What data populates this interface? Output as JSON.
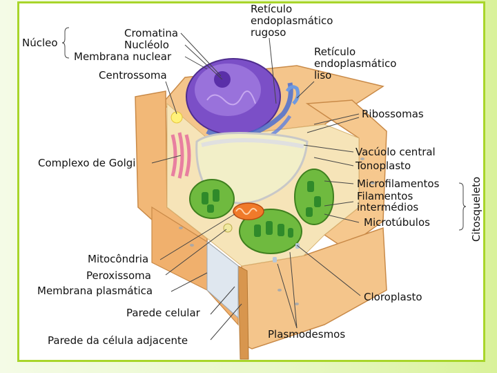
{
  "labels": {
    "nucleo": "Núcleo",
    "cromatina": "Cromatina",
    "nucleolo": "Nucléolo",
    "membrana_nuclear": "Membrana nuclear",
    "centrossoma": "Centrossoma",
    "reticulo_rugoso": [
      "Retículo",
      "endoplasmático",
      "rugoso"
    ],
    "reticulo_liso": [
      "Retículo",
      "endoplasmático",
      "liso"
    ],
    "ribossomas": "Ribossomas",
    "complexo_golgi": "Complexo de Golgi",
    "vacuolo_central": "Vacúolo central",
    "tonoplasto": "Tonoplasto",
    "microfilamentos": "Microfilamentos",
    "filamentos_intermedios": [
      "Filamentos",
      "intermédios"
    ],
    "microtubulos": "Microtúbulos",
    "citosqueleto": "Citosqueleto",
    "mitocondria": "Mitocôndria",
    "peroxissoma": "Peroxissoma",
    "membrana_plasmatica": "Membrana plasmática",
    "parede_celular": "Parede celular",
    "parede_adjacente": "Parede da célula adjacente",
    "cloroplasto": "Cloroplasto",
    "plasmodesmos": "Plasmodesmos"
  },
  "colors": {
    "frame_border": "#a8d52a",
    "cell_wall": "#f4c58b",
    "cell_wall_dark": "#d8964e",
    "cytoplasm": "#f6e4b8",
    "nucleus": "#7b4fc7",
    "vacuole": "#f2efc8",
    "chloroplast": "#4da42f",
    "mitochondria": "#f07a2a",
    "golgi": "#e87fa0"
  }
}
